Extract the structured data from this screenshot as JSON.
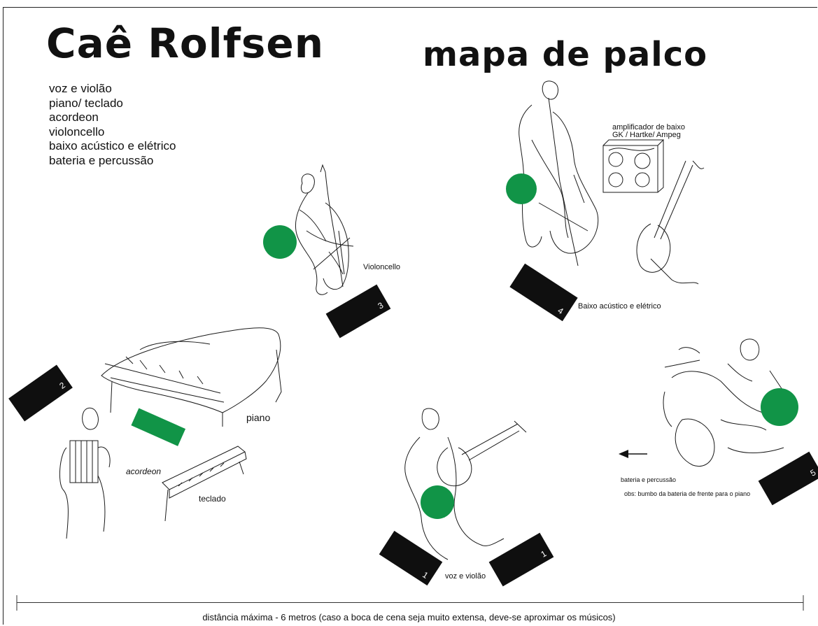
{
  "title": "Caê Rolfsen",
  "subtitle": "mapa de palco",
  "instrumentation": [
    "voz e violão",
    "piano/ teclado",
    "acordeon",
    "violoncello",
    "baixo acústico e elétrico",
    "bateria e percussão"
  ],
  "positions": {
    "violoncello": {
      "label": "Violoncello",
      "number": "3"
    },
    "baixo": {
      "label": "Baixo acústico e elétrico",
      "number": "4"
    },
    "piano": {
      "label": "piano",
      "number": "2"
    },
    "acordeon": {
      "label": "acordeon"
    },
    "teclado": {
      "label": "teclado"
    },
    "voz": {
      "label": "voz e violão",
      "number_left": "1",
      "number_right": "1"
    },
    "bateria": {
      "label": "bateria e percussão",
      "note": "obs: bumbo da bateria de frente para o piano",
      "number": "5"
    }
  },
  "amplifier": {
    "line1": "amplificador de  baixo",
    "line2": "GK / Hartke/ Ampeg"
  },
  "footer": "distância máxima - 6 metros (caso a boca de cena seja muito extensa, deve-se aproximar os músicos)",
  "colors": {
    "green": "#119447",
    "black": "#0f0f0f",
    "line": "#1a1a1a"
  }
}
